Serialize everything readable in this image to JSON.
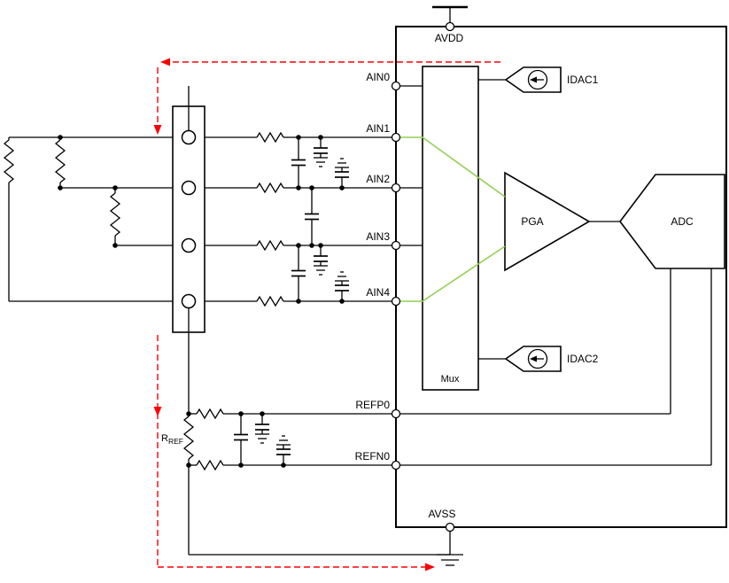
{
  "diagram": {
    "power": {
      "avdd": "AVDD",
      "avss": "AVSS"
    },
    "pins": {
      "ain0": "AIN0",
      "ain1": "AIN1",
      "ain2": "AIN2",
      "ain3": "AIN3",
      "ain4": "AIN4",
      "refp0": "REFP0",
      "refn0": "REFN0"
    },
    "blocks": {
      "mux": "Mux",
      "pga": "PGA",
      "adc": "ADC"
    },
    "current_sources": {
      "idac1": "IDAC1",
      "idac2": "IDAC2"
    },
    "reference_resistor": {
      "symbol": "R",
      "subscript": "REF"
    }
  },
  "colors": {
    "wire": "#000000",
    "signal-highlight": "#92d050",
    "current-path": "#ff0000",
    "background": "#ffffff"
  }
}
